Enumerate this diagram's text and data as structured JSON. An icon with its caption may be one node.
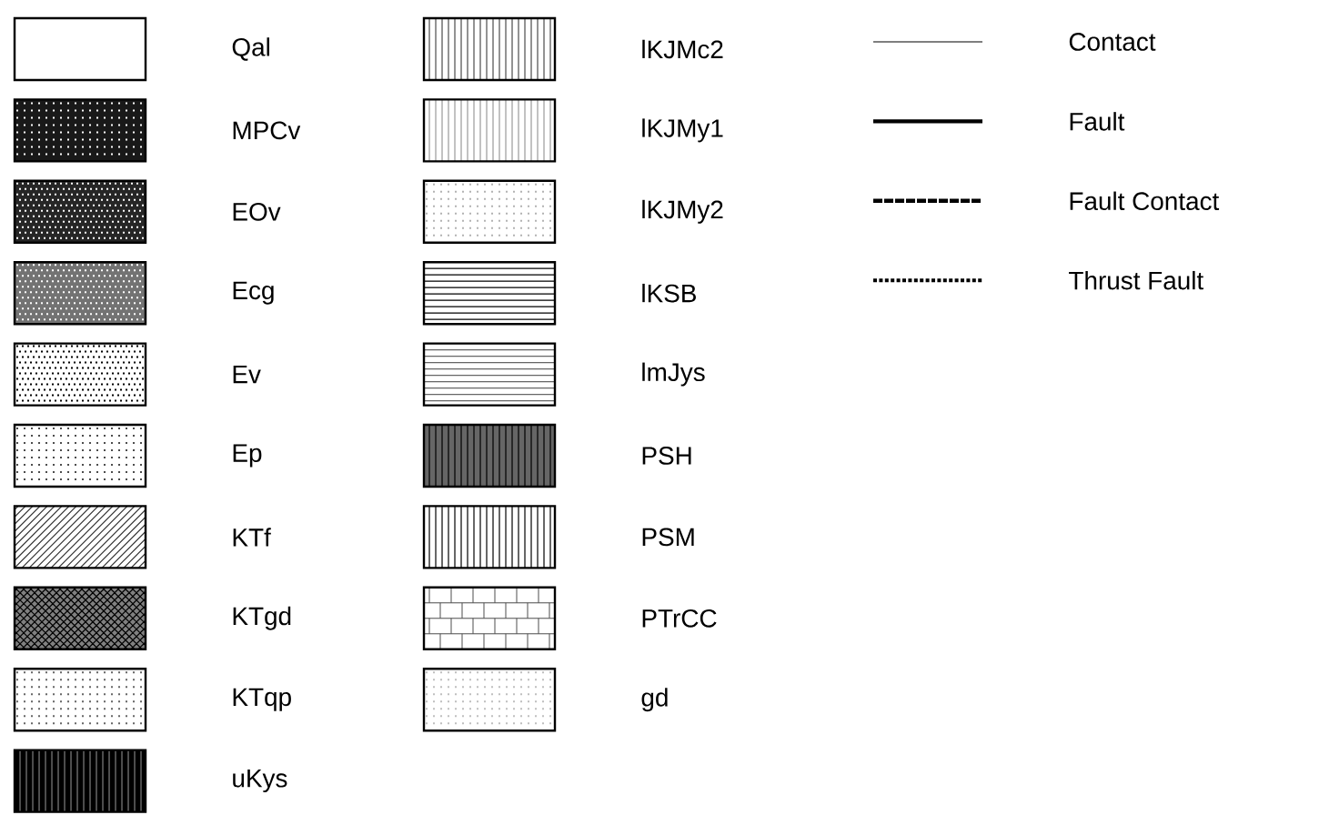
{
  "diagram": {
    "legend": [
      {
        "text": "Qal"
      },
      {
        "text": "MPCv"
      },
      {
        "text": "EOv"
      },
      {
        "text": "Ecg"
      },
      {
        "text": "Ev"
      },
      {
        "text": "Ep"
      },
      {
        "text": "KTf"
      },
      {
        "text": "KTgd"
      },
      {
        "text": "KTqp"
      },
      {
        "text": "uKys"
      },
      {
        "text": "lKJMc2"
      },
      {
        "text": "lKJMy1"
      },
      {
        "text": "lKJMy2"
      },
      {
        "text": "lKSB"
      },
      {
        "text": "lmJys"
      },
      {
        "text": "PSH"
      },
      {
        "text": "PSM"
      },
      {
        "text": "PTrCC"
      },
      {
        "text": "gd"
      },
      {
        "text": "Contact"
      },
      {
        "text": "Fault"
      },
      {
        "text": "Fault Contact"
      },
      {
        "text": "Thrust Fault"
      }
    ]
  }
}
